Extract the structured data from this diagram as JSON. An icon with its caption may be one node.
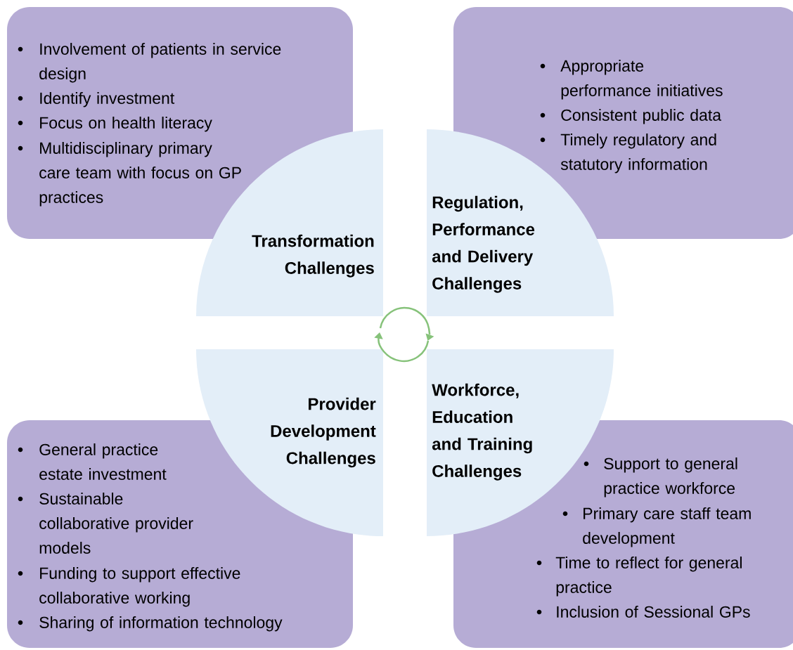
{
  "diagram": {
    "nodes": [
      {
        "text": [
          "Involvement of patients in service design",
          "Identify investment",
          "Focus on health literacy",
          "Multidisciplinary  primary care team with focus on GP practices"
        ]
      },
      {
        "text": [
          "Appropriate performance initiatives",
          "Consistent public data",
          "Timely regulatory and statutory information"
        ]
      },
      {
        "text": [
          "Transformation Challenges"
        ]
      },
      {
        "text": [
          "Regulation, Performance and Delivery Challenges"
        ]
      },
      {
        "text": [
          "Provider Development Challenges"
        ]
      },
      {
        "text": [
          "Workforce, Education and Training Challenges"
        ]
      },
      {
        "text": [
          "General practice estate investment",
          "Sustainable collaborative provider models",
          "Funding to support effective collaborative working",
          "Sharing of information technology"
        ]
      },
      {
        "text": [
          "Support to general practice workforce",
          "Primary care staff team development",
          "Time to reflect for general practice",
          "Inclusion of Sessional GPs"
        ]
      }
    ]
  }
}
